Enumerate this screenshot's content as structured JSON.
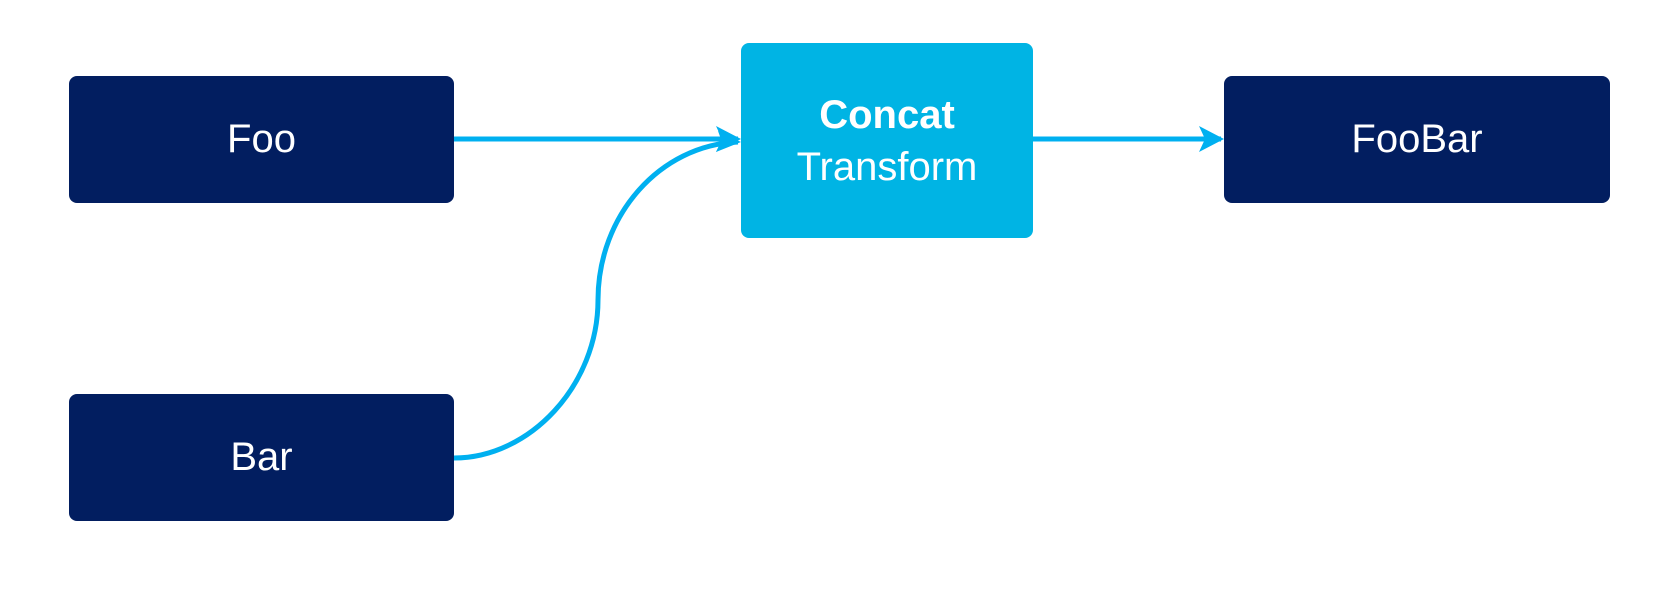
{
  "colors": {
    "source_node_bg": "#021e60",
    "transform_node_bg": "#00b4e4",
    "edge": "#00b0f0",
    "text": "#ffffff"
  },
  "nodes": {
    "foo": {
      "label": "Foo"
    },
    "bar": {
      "label": "Bar"
    },
    "concat": {
      "title": "Concat",
      "subtitle": "Transform"
    },
    "foobar": {
      "label": "FooBar"
    }
  },
  "edges": [
    {
      "from": "foo",
      "to": "concat"
    },
    {
      "from": "bar",
      "to": "concat"
    },
    {
      "from": "concat",
      "to": "foobar"
    }
  ]
}
